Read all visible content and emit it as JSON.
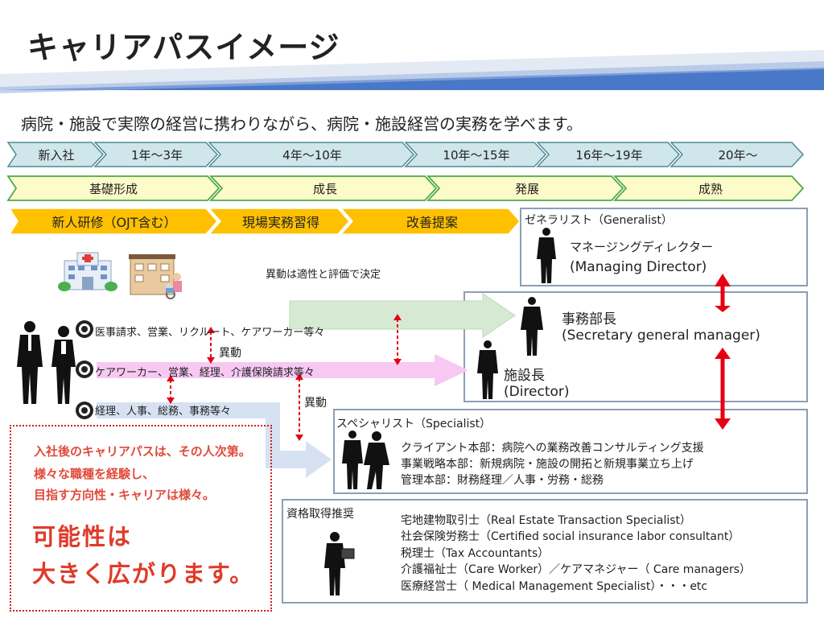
{
  "title": "キャリアパスイメージ",
  "subtitle": "病院・施設で実際の経営に携わりながら、病院・施設経営の実務を学べます。",
  "timeline": [
    "新入社",
    "1年～3年",
    "4年～10年",
    "10年～15年",
    "16年～19年",
    "20年～"
  ],
  "stages": [
    "基礎形成",
    "成長",
    "発展",
    "成熟"
  ],
  "training": [
    "新人研修（OJT含む）",
    "現場実務習得",
    "改善提案"
  ],
  "generalist": {
    "heading": "ゼネラリスト（Generalist）",
    "md_ja": "マネージングディレクター",
    "md_en": "(Managing Director)",
    "sgm_ja": "事務部長",
    "sgm_en": "(Secretary general manager)",
    "dir_ja": "施設長",
    "dir_en": "(Director)"
  },
  "transfer_note": "異動は適性と評価で決定",
  "tracks": [
    "医事請求、営業、リクルート、ケアワーカー等々",
    "ケアワーカー、営業、経理、介護保険請求等々",
    "経理、人事、総務、事務等々"
  ],
  "transfer_label_1": "異動",
  "transfer_label_2": "異動",
  "specialist": {
    "heading": "スペシャリスト（Specialist）",
    "lines": [
      "クライアント本部：病院への業務改善コンサルティング支援",
      "事業戦略本部：新規病院・施設の開拓と新規事業立ち上げ",
      "管理本部：財務経理／人事・労務・総務"
    ]
  },
  "qualification": {
    "heading": "資格取得推奨",
    "lines": [
      "宅地建物取引士（Real Estate Transaction Specialist）",
      "社会保険労務士（Certified social insurance labor consultant）",
      "税理士（Tax Accountants）",
      "介護福祉士（Care Worker）／ケアマネジャー（ Care managers）",
      "医療経営士（ Medical Management Specialist）・・・etc"
    ]
  },
  "notice": {
    "line1": "入社後のキャリアパスは、その人次第。",
    "line2": "様々な職種を経験し、",
    "line3": "目指す方向性・キャリアは様々。",
    "big1": "可能性は",
    "big2": "大きく広がります。"
  },
  "colors": {
    "timeline_fill": "#cfe6ea",
    "stage_fill": "#fdfbc9",
    "training_fill": "#ffc000",
    "box_border": "#8c9eb5",
    "arrow_green": "#d6ead3",
    "arrow_pink": "#f7c8f2",
    "arrow_blue": "#d6e2f2",
    "red": "#e60012",
    "banner_blue": "#4a78c8"
  }
}
